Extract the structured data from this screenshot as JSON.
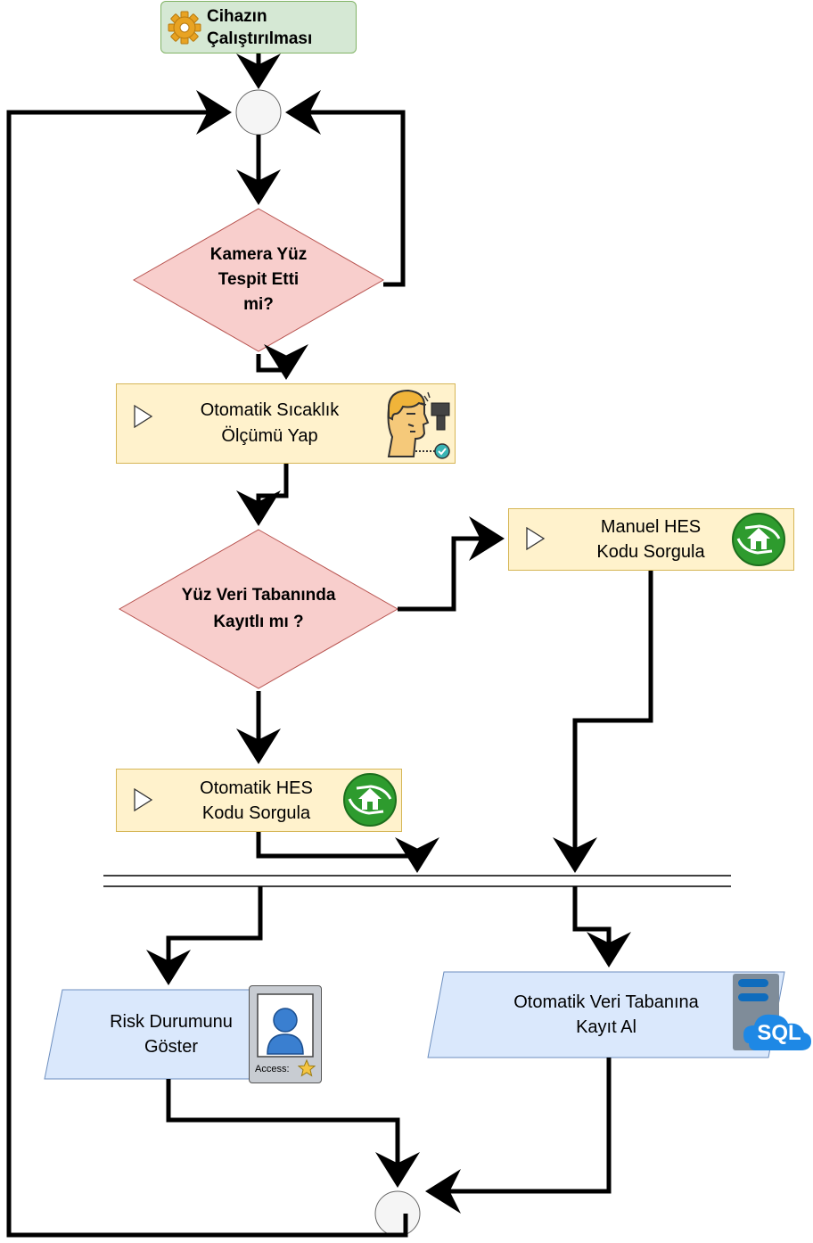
{
  "nodes": {
    "start": {
      "label": "Cihazın\nÇalıştırılması"
    },
    "decision_face": {
      "label": "Kamera Yüz\nTespit Etti\nmi?"
    },
    "temp": {
      "label": "Otomatik Sıcaklık\nÖlçümü Yap"
    },
    "decision_db": {
      "label": "Yüz Veri Tabanında\nKayıtlı mı ?"
    },
    "manual_hes": {
      "label": "Manuel HES\nKodu Sorgula"
    },
    "auto_hes": {
      "label": "Otomatik HES\nKodu Sorgula"
    },
    "risk": {
      "label": "Risk Durumunu\nGöster"
    },
    "save_db": {
      "label": "Otomatik Veri Tabanına\nKayıt Al"
    }
  },
  "icons": {
    "access_badge": {
      "label": "Access:"
    },
    "sql": {
      "label": "SQL"
    }
  },
  "colors": {
    "start_fill": "#d5e8d4",
    "decision_fill": "#f8cecc",
    "process_fill": "#fff2cc",
    "io_fill": "#dae8fc",
    "hes_green": "#2e9b2e"
  }
}
